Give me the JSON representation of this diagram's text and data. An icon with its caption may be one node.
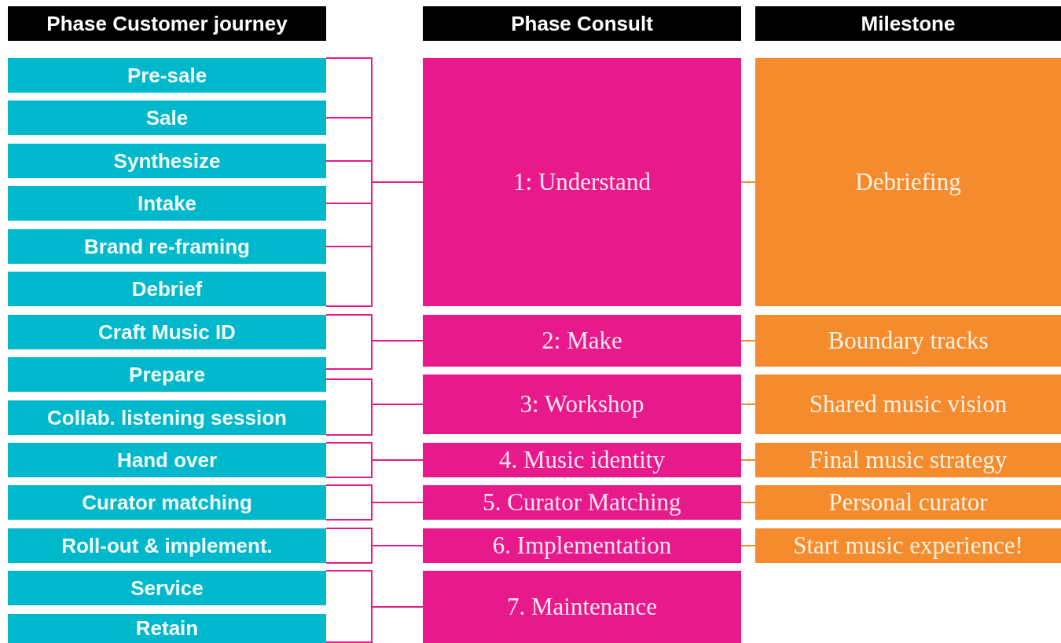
{
  "diagram": {
    "nodes": [
      {
        "text": [
          "Phase Customer journey"
        ]
      },
      {
        "text": [
          "Phase Consult"
        ]
      },
      {
        "text": [
          "Milestone"
        ]
      },
      {
        "text": [
          "Pre-sale"
        ]
      },
      {
        "text": [
          "Sale"
        ]
      },
      {
        "text": [
          "Synthesize"
        ]
      },
      {
        "text": [
          "Intake"
        ]
      },
      {
        "text": [
          "Brand re-framing"
        ]
      },
      {
        "text": [
          "Debrief"
        ]
      },
      {
        "text": [
          "Craft Music ID"
        ]
      },
      {
        "text": [
          "Prepare"
        ]
      },
      {
        "text": [
          "Collab. listening session"
        ]
      },
      {
        "text": [
          "Hand over"
        ]
      },
      {
        "text": [
          "Curator matching"
        ]
      },
      {
        "text": [
          "Roll-out & implement."
        ]
      },
      {
        "text": [
          "Service"
        ]
      },
      {
        "text": [
          "Retain"
        ]
      },
      {
        "text": [
          "1: Understand"
        ]
      },
      {
        "text": [
          "2: Make"
        ]
      },
      {
        "text": [
          "3: Workshop"
        ]
      },
      {
        "text": [
          "4. Music identity"
        ]
      },
      {
        "text": [
          "5. Curator Matching"
        ]
      },
      {
        "text": [
          "6. Implementation"
        ]
      },
      {
        "text": [
          "7. Maintenance"
        ]
      },
      {
        "text": [
          "Debriefing"
        ]
      },
      {
        "text": [
          "Boundary tracks"
        ]
      },
      {
        "text": [
          "Shared music vision"
        ]
      },
      {
        "text": [
          "Final music strategy"
        ]
      },
      {
        "text": [
          "Personal curator"
        ]
      },
      {
        "text": [
          "Start music experience!"
        ]
      }
    ],
    "edges": [
      {
        "from": 3,
        "to": 17,
        "arrow": "none"
      },
      {
        "from": 4,
        "to": 17,
        "arrow": "none"
      },
      {
        "from": 5,
        "to": 17,
        "arrow": "none"
      },
      {
        "from": 6,
        "to": 17,
        "arrow": "none"
      },
      {
        "from": 7,
        "to": 17,
        "arrow": "none"
      },
      {
        "from": 8,
        "to": 17,
        "arrow": "none"
      },
      {
        "from": 9,
        "to": 18,
        "arrow": "none"
      },
      {
        "from": 10,
        "to": 18,
        "arrow": "none"
      },
      {
        "from": 10,
        "to": 19,
        "arrow": "none"
      },
      {
        "from": 11,
        "to": 19,
        "arrow": "none"
      },
      {
        "from": 12,
        "to": 20,
        "arrow": "none"
      },
      {
        "from": 13,
        "to": 21,
        "arrow": "none"
      },
      {
        "from": 14,
        "to": 22,
        "arrow": "none"
      },
      {
        "from": 15,
        "to": 23,
        "arrow": "none"
      },
      {
        "from": 16,
        "to": 23,
        "arrow": "none"
      },
      {
        "from": 17,
        "to": 24,
        "arrow": "none",
        "color": "#f48c2e"
      },
      {
        "from": 18,
        "to": 25,
        "arrow": "none",
        "color": "#f48c2e"
      },
      {
        "from": 19,
        "to": 26,
        "arrow": "none",
        "color": "#f48c2e"
      },
      {
        "from": 20,
        "to": 27,
        "arrow": "none",
        "color": "#f48c2e"
      },
      {
        "from": 21,
        "to": 28,
        "arrow": "none",
        "color": "#f48c2e"
      },
      {
        "from": 22,
        "to": 29,
        "arrow": "none",
        "color": "#f48c2e"
      }
    ]
  }
}
